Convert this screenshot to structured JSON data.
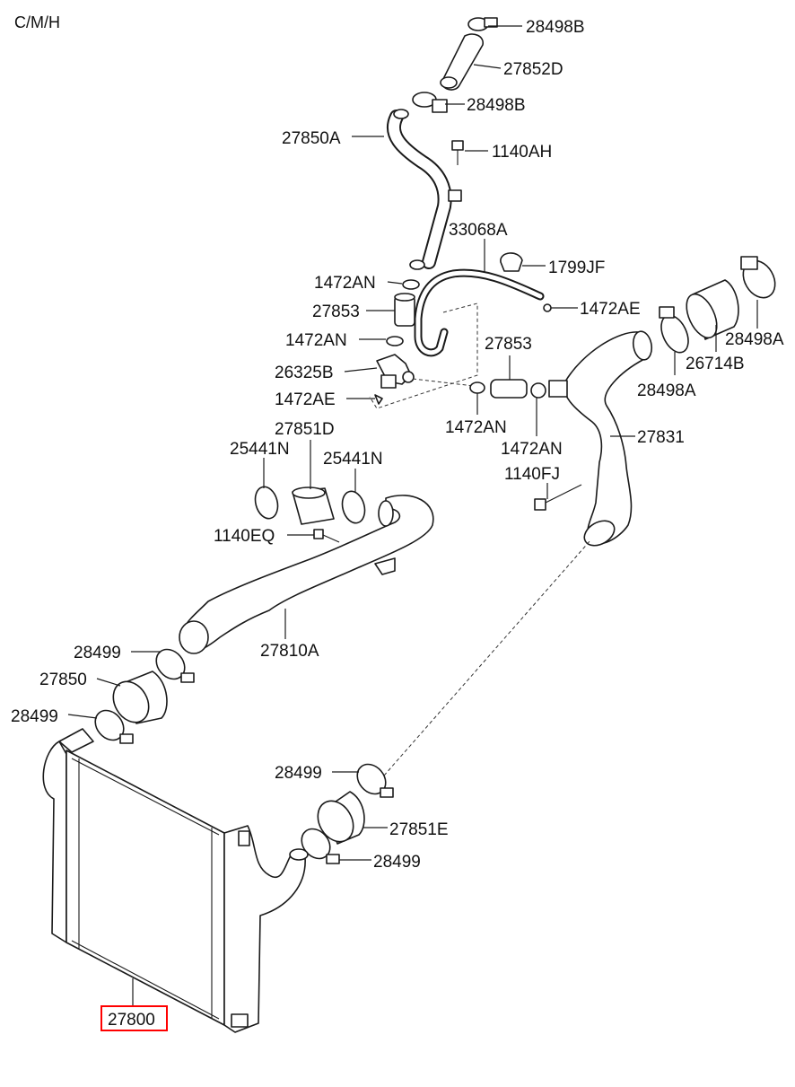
{
  "header": {
    "model_code": "C/M/H"
  },
  "labels": [
    {
      "id": "28498B-top",
      "text": "28498B"
    },
    {
      "id": "27852D",
      "text": "27852D"
    },
    {
      "id": "28498B-mid",
      "text": "28498B"
    },
    {
      "id": "27850A",
      "text": "27850A"
    },
    {
      "id": "1140AH",
      "text": "1140AH"
    },
    {
      "id": "33068A",
      "text": "33068A"
    },
    {
      "id": "1799JF",
      "text": "1799JF"
    },
    {
      "id": "1472AN-1",
      "text": "1472AN"
    },
    {
      "id": "1472AE-1",
      "text": "1472AE"
    },
    {
      "id": "27853-1",
      "text": "27853"
    },
    {
      "id": "28498A-right",
      "text": "28498A"
    },
    {
      "id": "1472AN-2",
      "text": "1472AN"
    },
    {
      "id": "27853-2",
      "text": "27853"
    },
    {
      "id": "26714B",
      "text": "26714B"
    },
    {
      "id": "26325B",
      "text": "26325B"
    },
    {
      "id": "28498A-lower",
      "text": "28498A"
    },
    {
      "id": "1472AE-2",
      "text": "1472AE"
    },
    {
      "id": "1472AN-3",
      "text": "1472AN"
    },
    {
      "id": "27851D",
      "text": "27851D"
    },
    {
      "id": "27831",
      "text": "27831"
    },
    {
      "id": "25441N-1",
      "text": "25441N"
    },
    {
      "id": "25441N-2",
      "text": "25441N"
    },
    {
      "id": "1472AN-4",
      "text": "1472AN"
    },
    {
      "id": "1140FJ",
      "text": "1140FJ"
    },
    {
      "id": "1140EQ",
      "text": "1140EQ"
    },
    {
      "id": "28499-1",
      "text": "28499"
    },
    {
      "id": "27810A",
      "text": "27810A"
    },
    {
      "id": "27850",
      "text": "27850"
    },
    {
      "id": "28499-2",
      "text": "28499"
    },
    {
      "id": "28499-3",
      "text": "28499"
    },
    {
      "id": "27851E",
      "text": "27851E"
    },
    {
      "id": "28499-4",
      "text": "28499"
    },
    {
      "id": "27800",
      "text": "27800"
    }
  ],
  "highlight": {
    "part": "27800",
    "color": "#ff0000"
  }
}
